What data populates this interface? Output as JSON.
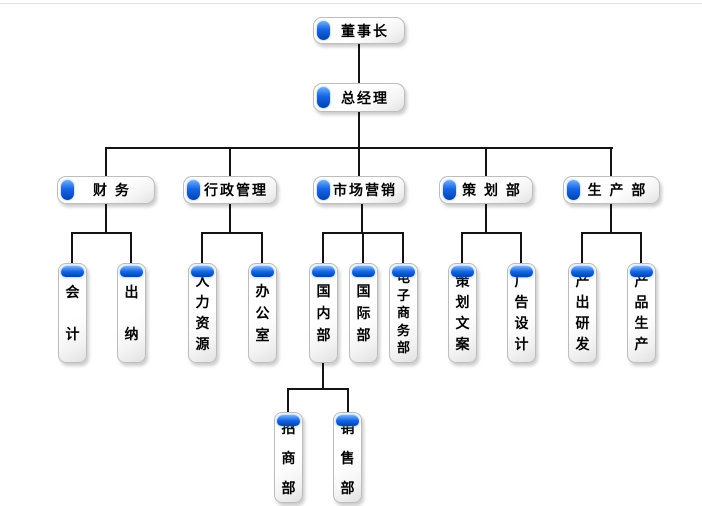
{
  "diagram": {
    "type": "org-chart",
    "root": {
      "label": "董事长"
    },
    "executive": {
      "label": "总经理"
    },
    "departments": [
      {
        "label": "财  务",
        "children": [
          {
            "label": "会计"
          },
          {
            "label": "出纳"
          }
        ]
      },
      {
        "label": "行政管理",
        "children": [
          {
            "label": "人力资源"
          },
          {
            "label": "办公室"
          }
        ]
      },
      {
        "label": "市场营销",
        "children": [
          {
            "label": "国内部"
          },
          {
            "label": "国际部"
          },
          {
            "label": "电子商务部"
          }
        ]
      },
      {
        "label": "策 划 部",
        "children": [
          {
            "label": "策划文案"
          },
          {
            "label": "广告设计"
          }
        ]
      },
      {
        "label": "生 产 部",
        "children": [
          {
            "label": "产出研发"
          },
          {
            "label": "产品生产"
          }
        ]
      }
    ],
    "domestic_sub": [
      {
        "label": "招商部"
      },
      {
        "label": "销售部"
      }
    ],
    "colors": {
      "accent": "#1565E6",
      "accent_light": "#7AB5F8",
      "accent_dark": "#0243AE",
      "connector": "#141414",
      "node_border": "#BDBDBD",
      "background": "#FFFFFF"
    }
  }
}
